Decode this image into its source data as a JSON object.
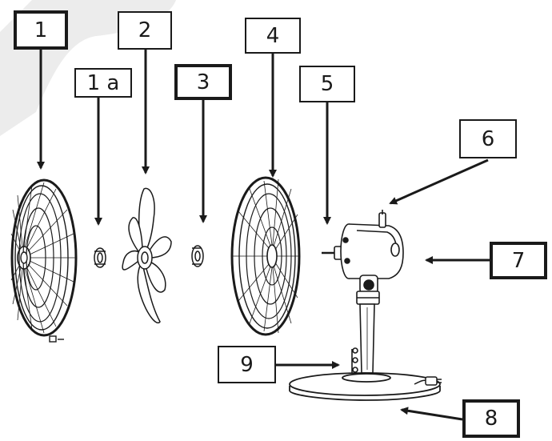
{
  "labels": {
    "l1": "1",
    "l1a": "1 a",
    "l2": "2",
    "l3": "3",
    "l4": "4",
    "l5": "5",
    "l6": "6",
    "l7": "7",
    "l8": "8",
    "l9": "9"
  },
  "parts": [
    "front-grille-icon",
    "blade-nut-icon",
    "fan-blade-icon",
    "spinner-nut-icon",
    "rear-grille-icon",
    "motor-housing-icon",
    "stand-pole-icon",
    "base-plate-icon",
    "power-cord-icon"
  ],
  "colors": {
    "line": "#1a1a1a",
    "watermark": "#ebebeb",
    "background": "#ffffff"
  }
}
